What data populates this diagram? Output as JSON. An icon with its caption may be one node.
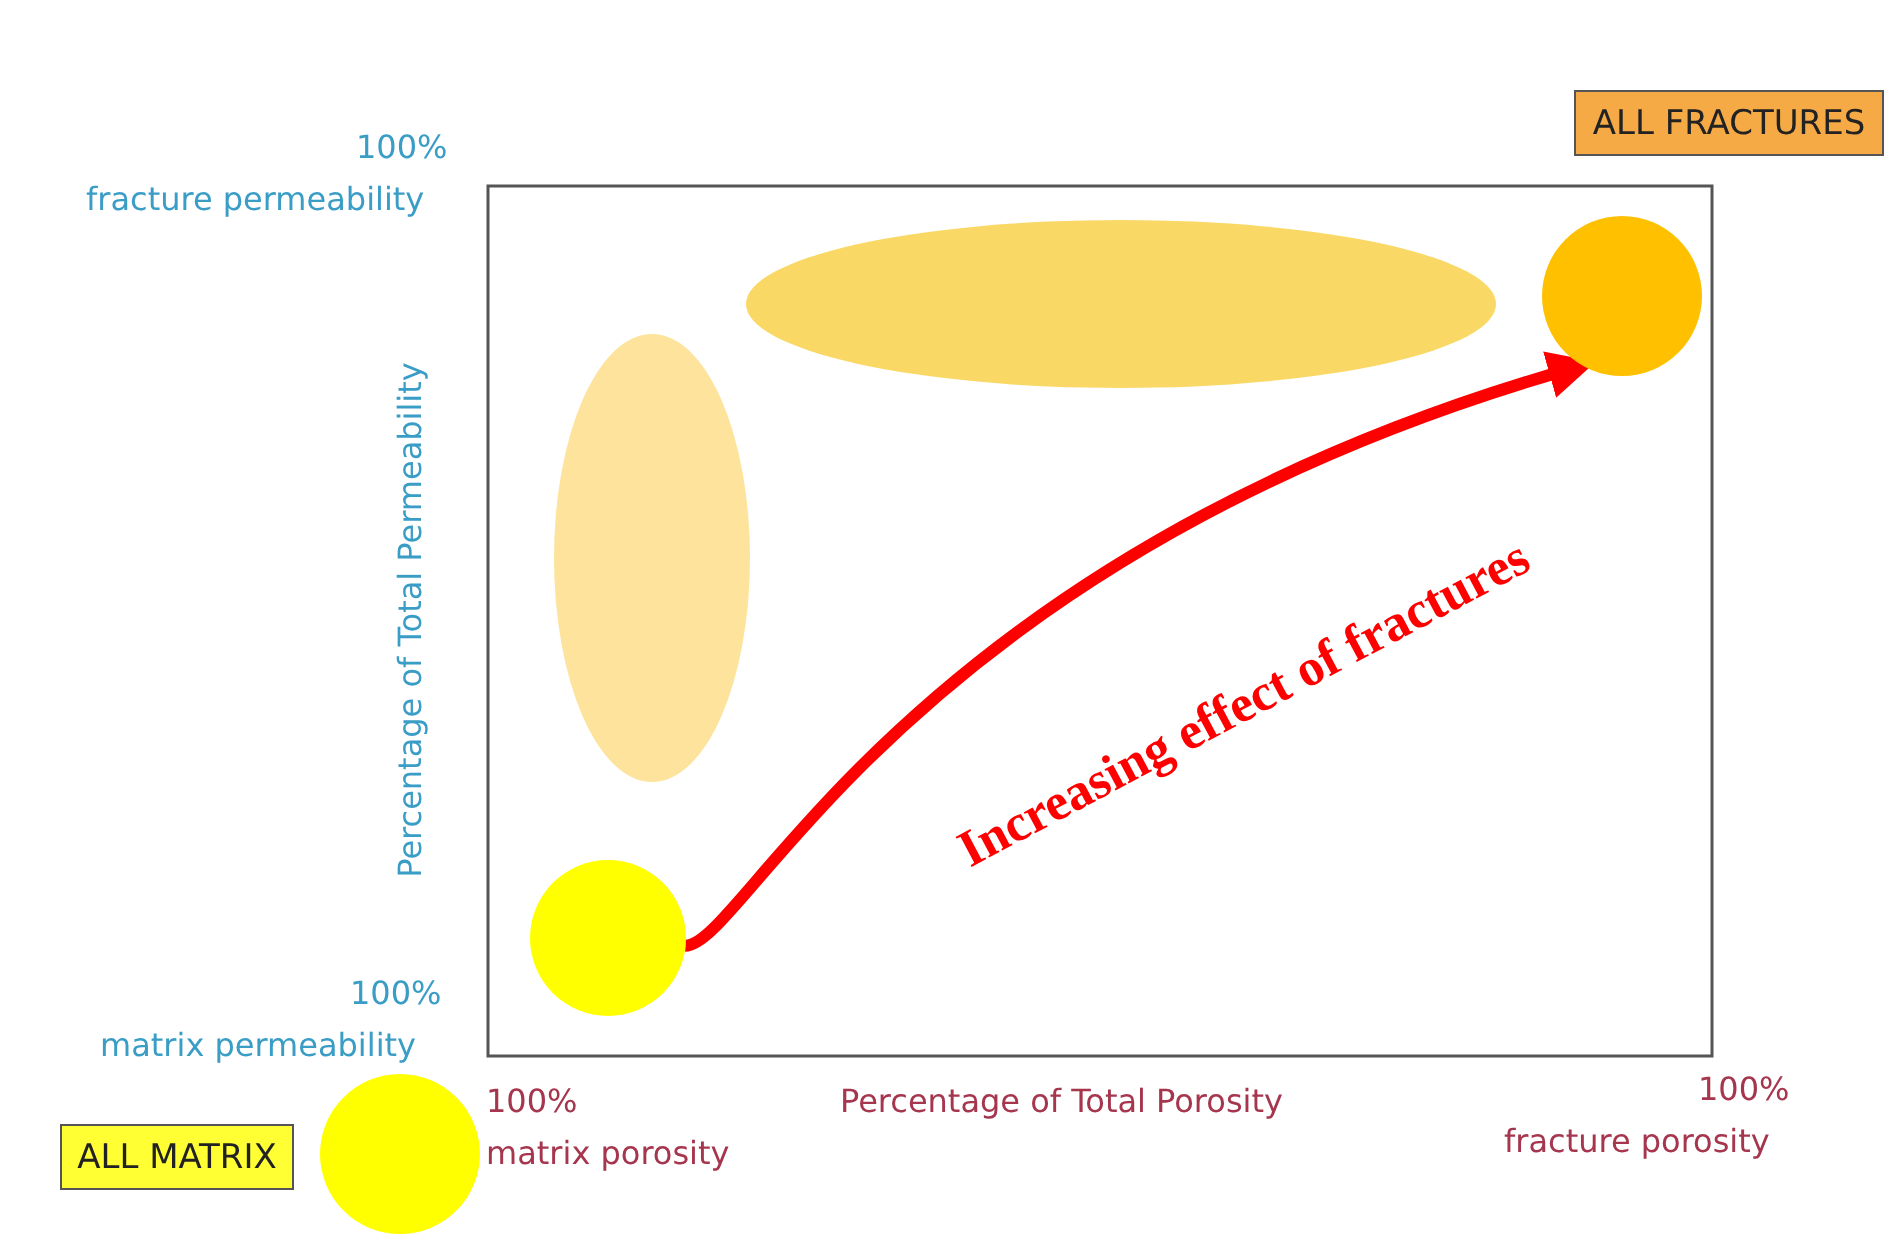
{
  "diagram": {
    "nodes": [
      {
        "text": [
          "ALL FRACTURES"
        ]
      },
      {
        "text": [],
        "shape": "circle"
      },
      {
        "text": [],
        "shape": "ellipse"
      },
      {
        "text": [],
        "shape": "ellipse"
      },
      {
        "text": [],
        "shape": "circle"
      },
      {
        "text": [
          "ALL MATRIX"
        ]
      },
      {
        "text": [],
        "shape": "circle"
      }
    ],
    "edges": [
      {
        "from": 4,
        "to": 1,
        "arrow": "to",
        "label": "Increasing effect of fractures",
        "color": "#ff0000"
      }
    ],
    "labels": [
      "100%",
      "fracture permeability",
      "Percentage of Total Permeability",
      "100%",
      "matrix permeability",
      "100%",
      "matrix porosity",
      "Percentage of Total Porosity",
      "100%",
      "fracture porosity"
    ]
  }
}
